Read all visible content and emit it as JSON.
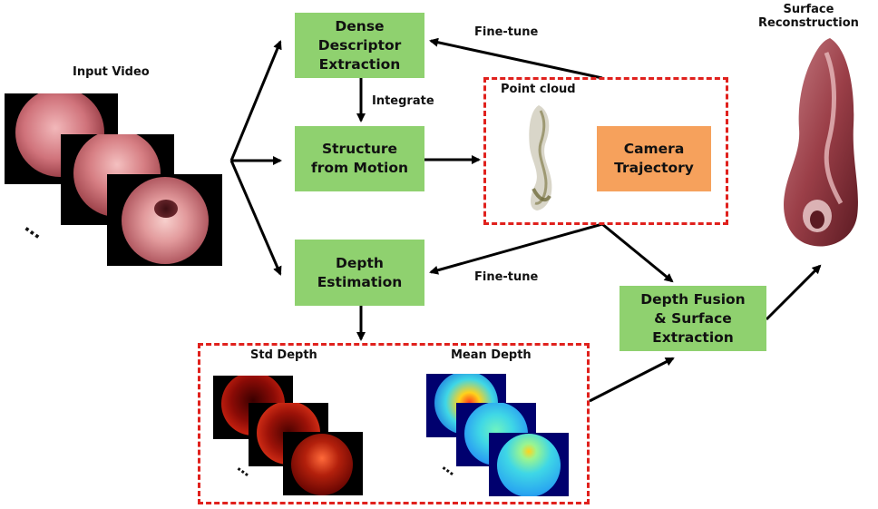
{
  "labels": {
    "input_video": "Input Video",
    "integrate": "Integrate",
    "finetune_top": "Fine-tune",
    "finetune_mid": "Fine-tune",
    "point_cloud": "Point cloud",
    "surface_reconstruction": "Surface\nReconstruction",
    "std_depth": "Std Depth",
    "mean_depth": "Mean Depth",
    "ellipsis": "..."
  },
  "boxes": {
    "dense_descriptor": "Dense\nDescriptor\nExtraction",
    "sfm": "Structure\nfrom Motion",
    "camera_trajectory": "Camera\nTrajectory",
    "depth_estimation": "Depth\nEstimation",
    "depth_fusion": "Depth Fusion\n& Surface\nExtraction"
  },
  "colors": {
    "box_green": "#8fd16f",
    "box_orange": "#f6a15c",
    "dashed_border": "#e0211d"
  }
}
